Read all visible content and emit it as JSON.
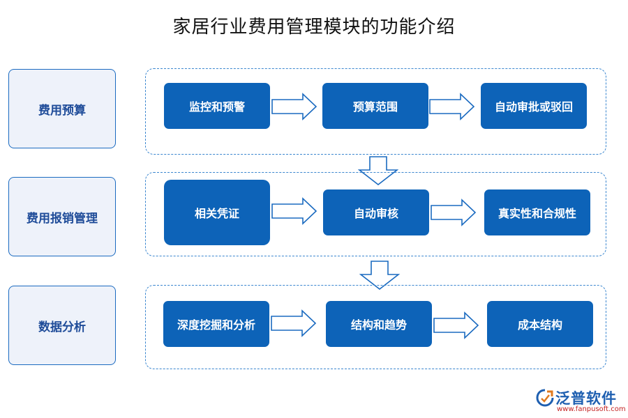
{
  "title": "家居行业费用管理模块的功能介绍",
  "rows": [
    {
      "category": "费用预算",
      "steps": [
        "监控和预警",
        "预算范围",
        "自动审批或驳回"
      ]
    },
    {
      "category": "费用报销管理",
      "steps": [
        "相关凭证",
        "自动审核",
        "真实性和合规性"
      ]
    },
    {
      "category": "数据分析",
      "steps": [
        "深度挖掘和分析",
        "结构和趋势",
        "成本结构"
      ]
    }
  ],
  "logo": {
    "name": "泛普软件",
    "url": "www.fanpusoft.com"
  },
  "colors": {
    "node_fill": "#0d63b8",
    "category_fill": "#eef2fa",
    "category_text": "#1f4c99",
    "border": "#1a6ac0"
  }
}
